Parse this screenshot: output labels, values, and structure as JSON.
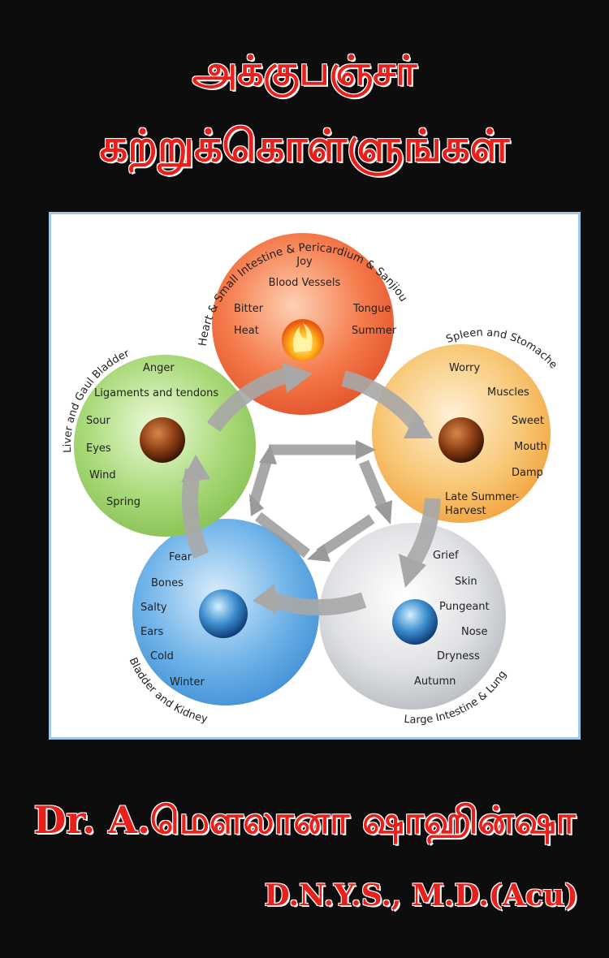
{
  "title": {
    "line1": "அக்குபஞ்சர்",
    "line2": "கற்றுக்கொள்ளுங்கள்"
  },
  "diagram": {
    "fire": {
      "arc_label": "Heart & Small Intestine & Pericardium & Sanjiou",
      "items": [
        "Joy",
        "Blood Vessels",
        "Bitter",
        "Tongue",
        "Heat",
        "Summer"
      ],
      "color": "#f26b3a"
    },
    "earth": {
      "arc_label": "Spleen and Stomache",
      "items": [
        "Worry",
        "Muscles",
        "Sweet",
        "Mouth",
        "Damp",
        "Late Summer-",
        "Harvest"
      ],
      "color": "#f6b352"
    },
    "metal": {
      "arc_label": "Large Intestine & Lung",
      "items": [
        "Grief",
        "Skin",
        "Pungeant",
        "Nose",
        "Dryness",
        "Autumn"
      ],
      "color": "#c9ccd1"
    },
    "water": {
      "arc_label": "Bladder and Kidney",
      "items": [
        "Fear",
        "Bones",
        "Salty",
        "Ears",
        "Cold",
        "Winter"
      ],
      "color": "#5aa5e0"
    },
    "wood": {
      "arc_label": "Liver and Gaul Bladder",
      "items": [
        "Anger",
        "Ligaments and tendons",
        "Sour",
        "Eyes",
        "Wind",
        "Spring"
      ],
      "color": "#9fd36a"
    }
  },
  "author": {
    "name": "Dr. A.மௌலானா ஷாஹின்ஷா",
    "degree": "D.N.Y.S., M.D.(Acu)"
  },
  "colors": {
    "background": "#0d0d0d",
    "title_red": "#e8201c",
    "panel_border": "#9fc9e6"
  }
}
